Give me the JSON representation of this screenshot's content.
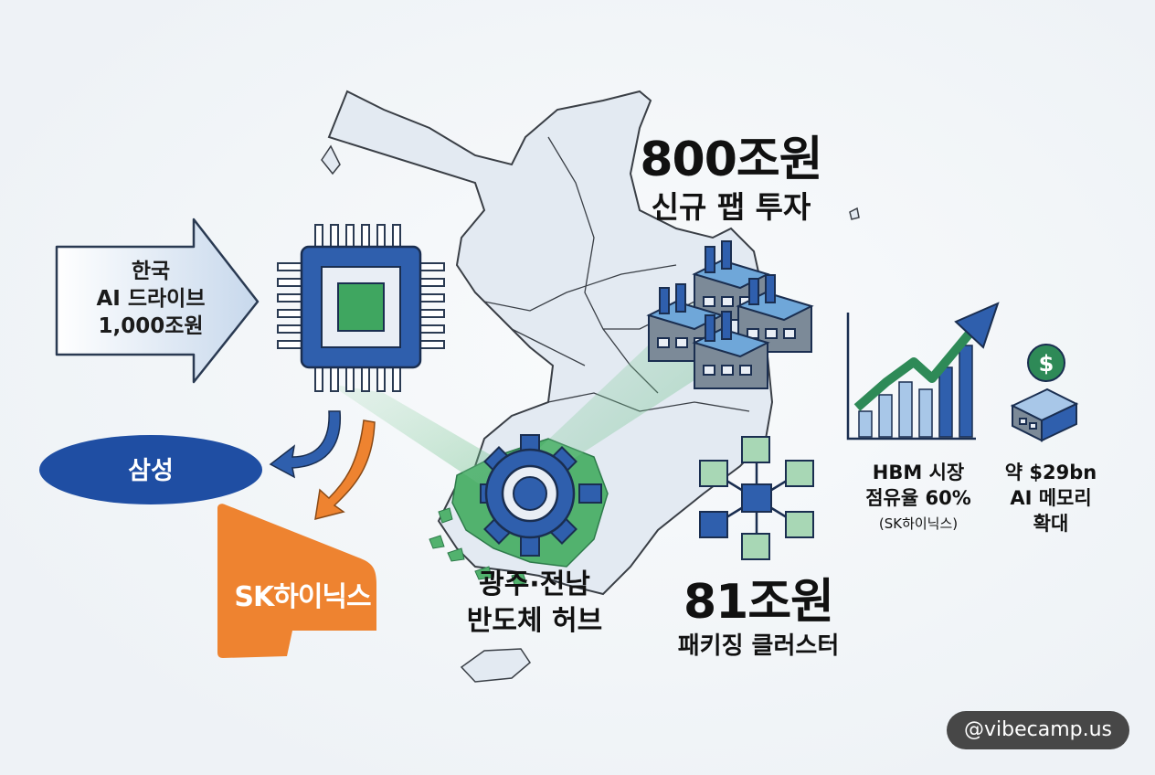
{
  "drive": {
    "line1": "한국",
    "line2": "AI 드라이브",
    "line3": "1,000조원"
  },
  "companies": {
    "samsung": "삼성",
    "skhynix": "SK하이닉스"
  },
  "investment": {
    "amount": "800조원",
    "label": "신규 팹 투자"
  },
  "hub": {
    "line1": "광주·전남",
    "line2": "반도체 허브"
  },
  "packaging": {
    "amount": "81조원",
    "label": "패키징 클러스터"
  },
  "hbm": {
    "line1": "HBM 시장",
    "line2": "점유율 60%",
    "note": "(SK하이닉스)"
  },
  "memory": {
    "line1": "약 $29bn",
    "line2": "AI 메모리",
    "line3": "확대"
  },
  "watermark": "@vibecamp.us",
  "colors": {
    "blue": "#2f5fad",
    "navy": "#1f4e9c",
    "green": "#45a86a",
    "orange": "#ee8330",
    "gray": "#7c8a98"
  },
  "icons": [
    "chip-icon",
    "factory-icon",
    "gear-icon",
    "network-cubes-icon",
    "growth-chart-icon",
    "dollar-box-icon",
    "arrow-right-icon"
  ]
}
